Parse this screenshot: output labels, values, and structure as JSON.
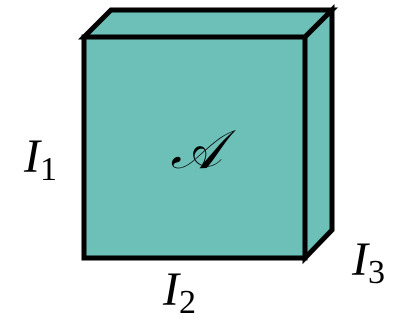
{
  "tensor": {
    "symbol": "𝒜",
    "face_color": "#6cc0b8",
    "edge_color": "#000000"
  },
  "labels": {
    "dim1": {
      "main": "I",
      "sub": "1"
    },
    "dim2": {
      "main": "I",
      "sub": "2"
    },
    "dim3": {
      "main": "I",
      "sub": "3"
    }
  }
}
